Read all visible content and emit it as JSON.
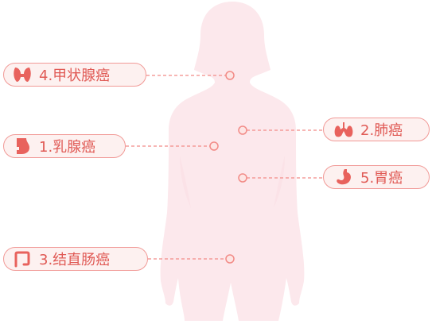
{
  "labels": {
    "thyroid": "4.甲状腺癌",
    "breast": "1.乳腺癌",
    "lung": "2.肺癌",
    "stomach": "5.胃癌",
    "colon": "3.结直肠癌"
  },
  "icons": {
    "thyroid": "thyroid-icon",
    "breast": "breast-icon",
    "lung": "lungs-icon",
    "stomach": "stomach-icon",
    "colon": "colon-icon"
  },
  "colors": {
    "accent": "#e05a55",
    "pill_border": "#f19a97",
    "pill_fill": "#fdf1f0",
    "body": "#fce8ec",
    "dot": "#f28b87"
  }
}
